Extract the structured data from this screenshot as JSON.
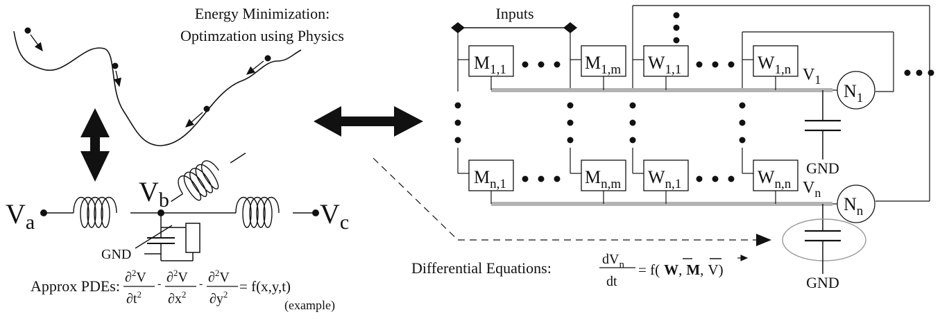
{
  "energy": {
    "title_line1": "Energy Minimization:",
    "title_line2": "Optimzation using Physics"
  },
  "circuit": {
    "va": "V",
    "va_sub": "a",
    "vb": "V",
    "vb_sub": "b",
    "vc": "V",
    "vc_sub": "c",
    "gnd": "GND"
  },
  "pde": {
    "label": "Approx PDEs:",
    "partial": "∂",
    "sup2": "2",
    "v": "V",
    "t": "t",
    "x": "x",
    "y": "y",
    "minus": "-",
    "rhs": "= f(x,y,t)",
    "note": "(example)"
  },
  "array": {
    "inputs_label": "Inputs",
    "m_letter": "M",
    "w_letter": "W",
    "n_letter": "N",
    "v_letter": "V",
    "sub_11": "1,1",
    "sub_1m": "1,m",
    "sub_n1": "n,1",
    "sub_nm": "n,m",
    "sub_nn": "n,n",
    "sub_1n": "1,n",
    "sub_1": "1",
    "sub_n": "n",
    "gnd": "GND",
    "gnd_bottom": "GND"
  },
  "equation": {
    "label": "Differential Equations:",
    "numer": "dV",
    "numer_sub": "n",
    "denom": "dt",
    "rhs_open": "= f(",
    "w": "W",
    "m": "M",
    "v": "V",
    "comma": ",",
    "close": ")"
  }
}
